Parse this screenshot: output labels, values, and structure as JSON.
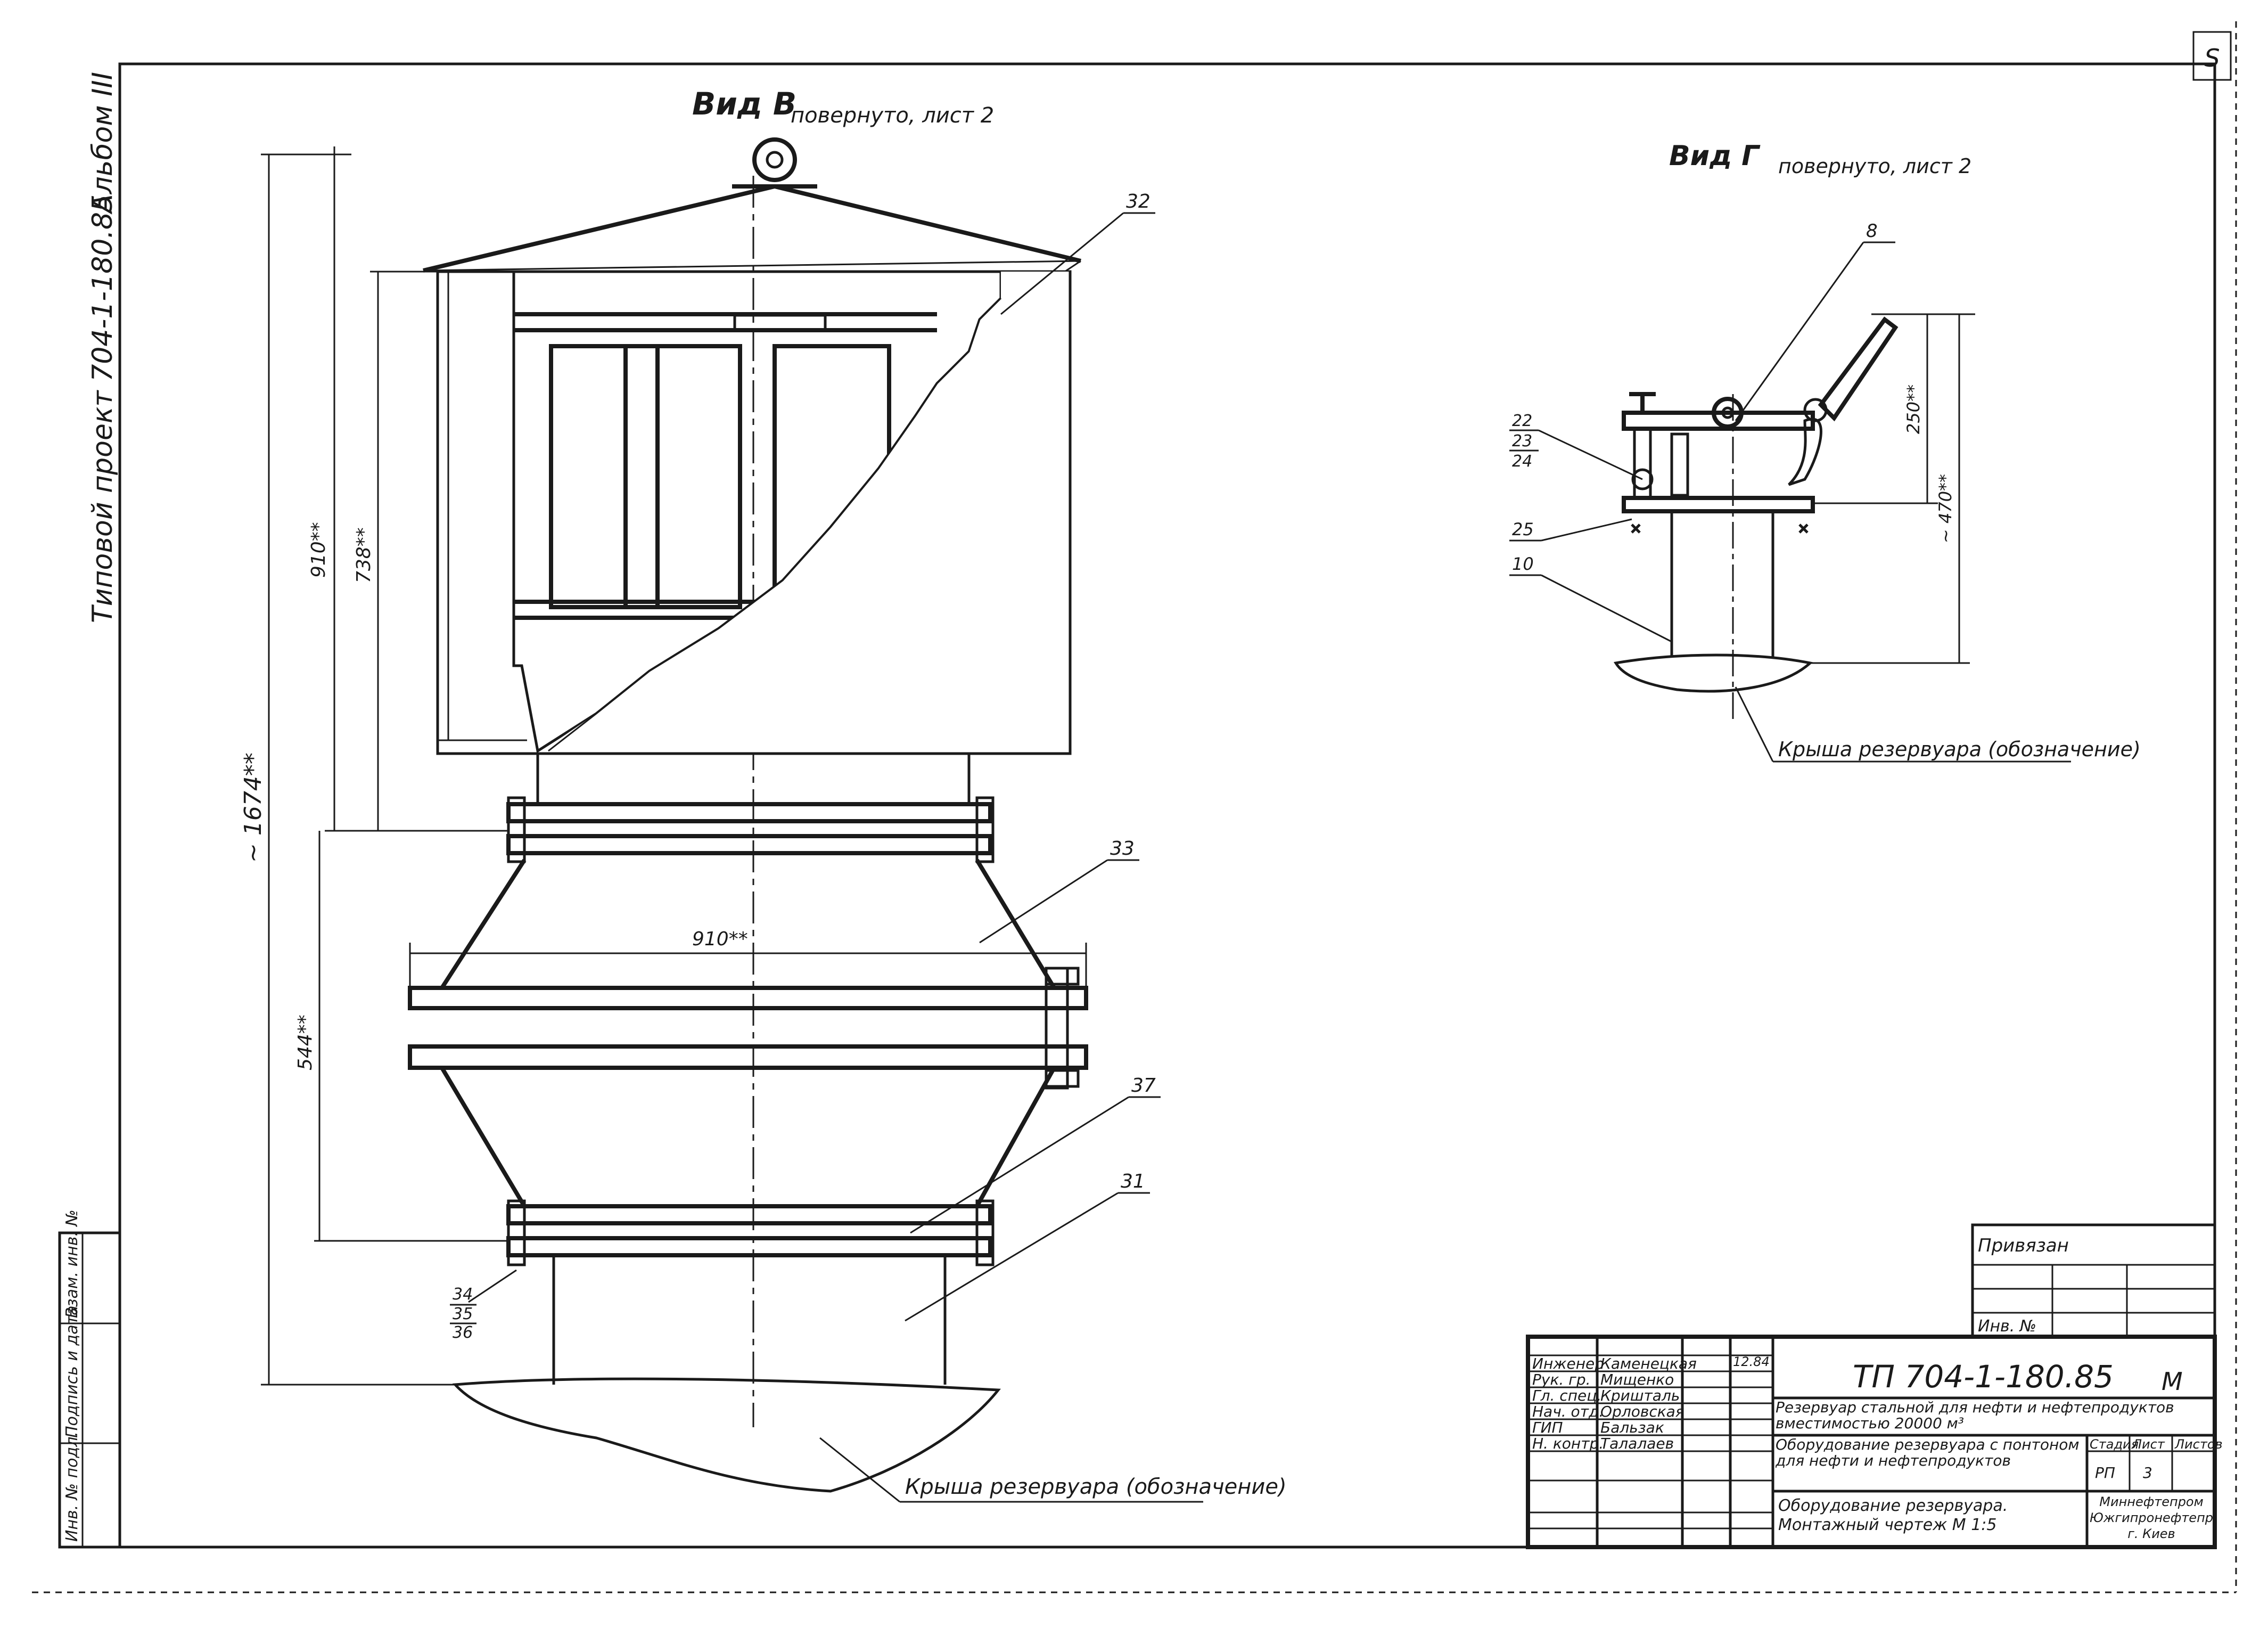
{
  "views": {
    "view_b": {
      "title": "Вид В",
      "note": "повернуто, лист 2"
    },
    "view_g": {
      "title": "Вид Г",
      "note": "повернуто, лист 2"
    }
  },
  "side_inscriptions": {
    "album": "Альбом III",
    "project": "Типовой проект 704-1-180.85",
    "page_mark": "S"
  },
  "callouts_b": [
    "32",
    "33",
    "37",
    "31",
    "34",
    "35",
    "36"
  ],
  "callouts_g": [
    "8",
    "22",
    "23",
    "24",
    "25",
    "10"
  ],
  "dimensions_b": {
    "overall": "~ 1674**",
    "upper_outer": "910**",
    "upper_inner": "738**",
    "lower": "544**",
    "width": "910**"
  },
  "dimensions_g": {
    "upper": "250**",
    "overall": "~ 470**"
  },
  "roof_label_b": "Крыша резервуара (обозначение)",
  "roof_label_g": "Крыша резервуара (обозначение)",
  "left_strip": [
    "Инв. № подл.",
    "Подпись и дата",
    "Взам. инв. №"
  ],
  "stamp": {
    "privyazan": "Привязан",
    "inv_no": "Инв. №",
    "roles": [
      "Инженер",
      "Рук. гр.",
      "Гл. спец.",
      "Нач. отд.",
      "ГИП",
      "Н. контр."
    ],
    "names": [
      "Каменецкая",
      "Мищенко",
      "Кришталь",
      "Орловская",
      "Бальзак",
      "Талалаев"
    ],
    "date": "12.84",
    "code": "ТП 704-1-180.85",
    "mark": "М",
    "title": "Резервуар стальной для нефти и нефтепродуктов вместимостью 20000 м³",
    "subtitle": "Оборудование резервуара с понтоном для нефти и нефтепродуктов",
    "sheet_name": "Оборудование резервуара. Монтажный чертеж М 1:5",
    "stage_header": "Стадия",
    "sheet_header": "Лист",
    "sheets_header": "Листов",
    "stage": "РП",
    "sheet": "3",
    "org": "Миннефтепром Южгипронефтепровод г. Киев"
  }
}
